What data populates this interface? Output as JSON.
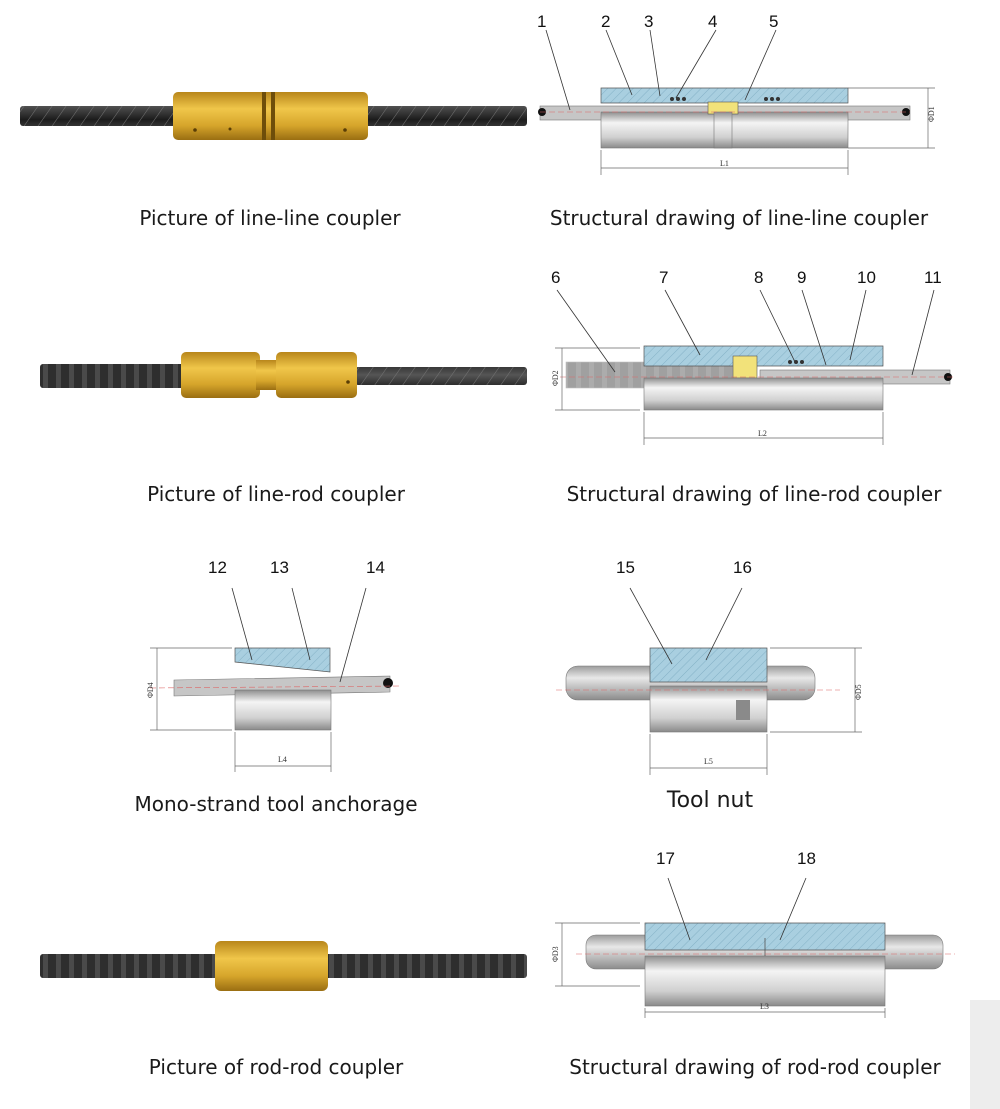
{
  "captions": {
    "line_line_photo": "Picture of line-line coupler",
    "line_line_drawing": "Structural drawing of line-line coupler",
    "line_rod_photo": "Picture of line-rod coupler",
    "line_rod_drawing": "Structural drawing of line-rod coupler",
    "anchorage": "Mono-strand tool anchorage",
    "tool_nut": "Tool nut",
    "rod_rod_photo": "Picture of rod-rod coupler",
    "rod_rod_drawing": "Structural drawing of rod-rod coupler"
  },
  "callouts": {
    "n1": "1",
    "n2": "2",
    "n3": "3",
    "n4": "4",
    "n5": "5",
    "n6": "6",
    "n7": "7",
    "n8": "8",
    "n9": "9",
    "n10": "10",
    "n11": "11",
    "n12": "12",
    "n13": "13",
    "n14": "14",
    "n15": "15",
    "n16": "16",
    "n17": "17",
    "n18": "18"
  },
  "dimensions": {
    "L1": "L1",
    "D1": "ΦD1",
    "L2": "L2",
    "D2": "ΦD2",
    "L3": "L3",
    "D3": "ΦD3",
    "L4": "L4",
    "D4": "ΦD4",
    "L5": "L5",
    "D5": "ΦD5"
  },
  "colors": {
    "brass": "#d4a52a",
    "sleeve_blue": "#a9cfe0",
    "steel": "#b9b9b9",
    "strand": "#2c2c2c"
  }
}
